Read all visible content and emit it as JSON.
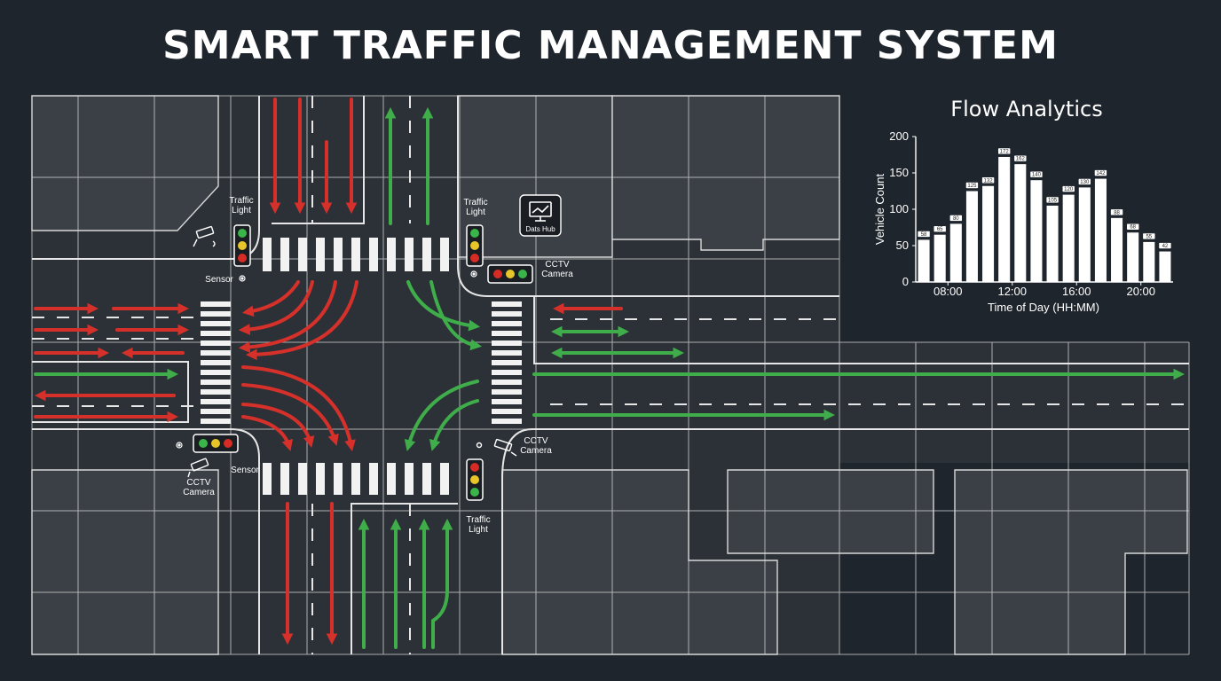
{
  "title": "SMART TRAFFIC MANAGEMENT SYSTEM",
  "colors": {
    "background": "#1f252c",
    "road": "#2b3137",
    "block": "#3a4046",
    "grid": "#d8d8d8",
    "inbound_arrow": "#d6302a",
    "outbound_arrow": "#3fae4a",
    "light_red": "#d62c25",
    "light_yellow": "#e8c62a",
    "light_green": "#3ab54a"
  },
  "labels": {
    "traffic_light_nw": "Traffic Light",
    "traffic_light_ne": "Traffic Light",
    "traffic_light_se": "Traffic Light",
    "sensor_nw": "Sensor",
    "sensor_sw": "Sensor",
    "cctv_ne": "CCTV Camera",
    "cctv_se": "CCTV Camera",
    "cctv_sw": "CCTV Camera",
    "data_hub": "Dats Hub"
  },
  "icons": [
    "cctv-camera-icon",
    "monitor-chart-icon",
    "sensor-icon",
    "traffic-light-icon"
  ],
  "chart_data": {
    "type": "bar",
    "title": "Flow Analytics",
    "xlabel": "Time of Day (HH:MM)",
    "ylabel": "Vehicle Count",
    "ylim": [
      0,
      200
    ],
    "yticks": [
      0,
      50,
      100,
      150,
      200
    ],
    "xticks": [
      "08:00",
      "12:00",
      "16:00",
      "20:00"
    ],
    "values": [
      58,
      65,
      80,
      125,
      132,
      172,
      162,
      140,
      105,
      120,
      130,
      142,
      88,
      68,
      55,
      42
    ],
    "grid": false,
    "legend": "none"
  }
}
